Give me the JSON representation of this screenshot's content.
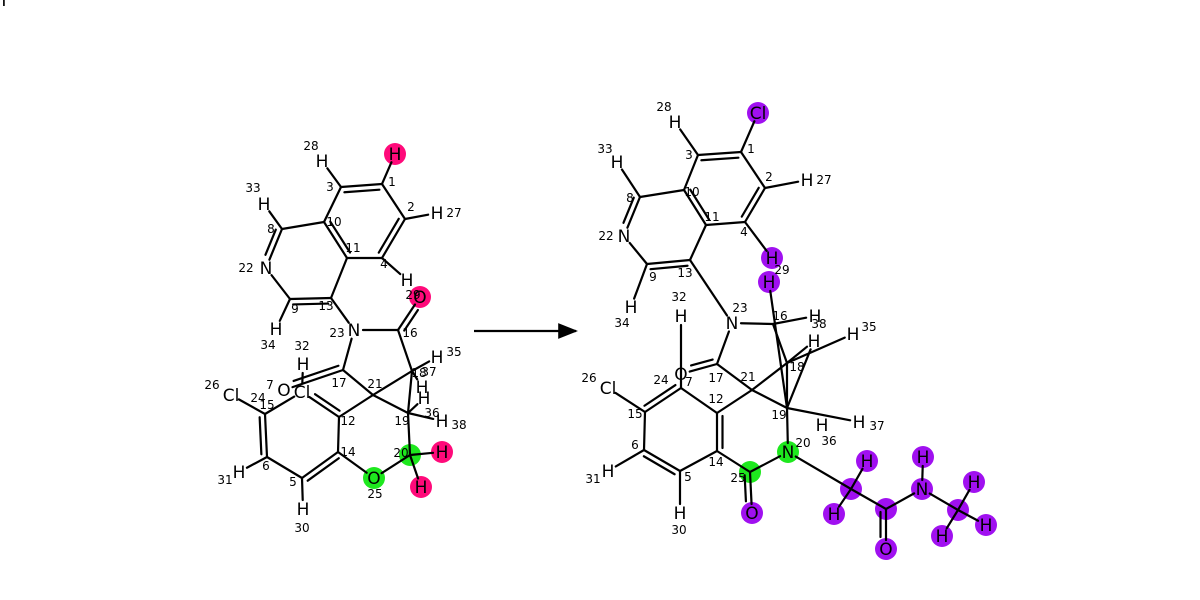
{
  "colors": {
    "bond": "#000000",
    "background": "#ffffff",
    "pink": "#ff0a7a",
    "green": "#1ee81e",
    "purple": "#a010f0"
  },
  "molecules": [
    {
      "id": "reactant",
      "atoms": [
        {
          "id": 1,
          "label": "",
          "index": "1"
        },
        {
          "id": 2,
          "label": "",
          "index": "2"
        },
        {
          "id": 3,
          "label": "",
          "index": "3"
        },
        {
          "id": 4,
          "label": "",
          "index": "4"
        },
        {
          "id": 5,
          "label": "",
          "index": "5"
        },
        {
          "id": 6,
          "label": "",
          "index": "6"
        },
        {
          "id": 7,
          "label": "O",
          "index": "7"
        },
        {
          "id": 8,
          "label": "",
          "index": "8"
        },
        {
          "id": 9,
          "label": "",
          "index": "9"
        },
        {
          "id": 10,
          "label": "",
          "index": "10"
        },
        {
          "id": 11,
          "label": "",
          "index": "11"
        },
        {
          "id": 12,
          "label": "",
          "index": "12"
        },
        {
          "id": 13,
          "label": "",
          "index": "13"
        },
        {
          "id": 14,
          "label": "",
          "index": "14"
        },
        {
          "id": 15,
          "label": "",
          "index": "15"
        },
        {
          "id": 16,
          "label": "",
          "index": "16"
        },
        {
          "id": 17,
          "label": "",
          "index": "17"
        },
        {
          "id": 18,
          "label": "",
          "index": "18"
        },
        {
          "id": 19,
          "label": "",
          "index": "19"
        },
        {
          "id": 20,
          "label": "",
          "index": "20",
          "highlight": "green"
        },
        {
          "id": 21,
          "label": "",
          "index": "21"
        },
        {
          "id": 22,
          "label": "N",
          "index": "22"
        },
        {
          "id": 23,
          "label": "N",
          "index": "23"
        },
        {
          "id": 24,
          "label": "Cl",
          "index": "24"
        },
        {
          "id": 25,
          "label": "O",
          "index": "25",
          "highlight": "green"
        },
        {
          "id": 26,
          "label": "Cl",
          "index": "26"
        },
        {
          "id": 27,
          "label": "H",
          "index": "27"
        },
        {
          "id": 28,
          "label": "H",
          "index": "28"
        },
        {
          "id": 29,
          "label": "O",
          "index": "29",
          "highlight": "pink"
        },
        {
          "id": 30,
          "label": "H",
          "index": "30"
        },
        {
          "id": 31,
          "label": "H",
          "index": "31"
        },
        {
          "id": 32,
          "label": "H",
          "index": "32"
        },
        {
          "id": 33,
          "label": "H",
          "index": "33"
        },
        {
          "id": 34,
          "label": "H",
          "index": "34"
        },
        {
          "id": 35,
          "label": "H",
          "index": "35"
        },
        {
          "id": 36,
          "label": "H",
          "index": "36"
        },
        {
          "id": 37,
          "label": "H",
          "index": "37"
        },
        {
          "id": 38,
          "label": "H",
          "index": "38"
        },
        {
          "id": 39,
          "label": "H",
          "index": "",
          "highlight": "pink"
        },
        {
          "id": 40,
          "label": "H",
          "index": "",
          "highlight": "pink"
        },
        {
          "id": 41,
          "label": "H",
          "index": "",
          "highlight": "pink"
        },
        {
          "id": 42,
          "label": "H",
          "index": ""
        },
        {
          "id": 43,
          "label": "H",
          "index": ""
        }
      ],
      "bonds": [
        {
          "a": 3,
          "b": 1,
          "order": 2
        },
        {
          "a": 1,
          "b": 2,
          "order": 1
        },
        {
          "a": 2,
          "b": 4,
          "order": 2
        },
        {
          "a": 4,
          "b": 11,
          "order": 1
        },
        {
          "a": 11,
          "b": 10,
          "order": 2
        },
        {
          "a": 10,
          "b": 3,
          "order": 1
        },
        {
          "a": 10,
          "b": 8,
          "order": 1
        },
        {
          "a": 8,
          "b": 22,
          "order": 2
        },
        {
          "a": 22,
          "b": 9,
          "order": 1
        },
        {
          "a": 9,
          "b": 13,
          "order": 2
        },
        {
          "a": 13,
          "b": 11,
          "order": 1
        },
        {
          "a": 13,
          "b": 23,
          "order": 1
        },
        {
          "a": 23,
          "b": 16,
          "order": 1
        },
        {
          "a": 16,
          "b": 29,
          "order": 2
        },
        {
          "a": 16,
          "b": 18,
          "order": 1
        },
        {
          "a": 18,
          "b": 21,
          "order": 1
        },
        {
          "a": 21,
          "b": 17,
          "order": 1
        },
        {
          "a": 17,
          "b": 23,
          "order": 1
        },
        {
          "a": 17,
          "b": 7,
          "order": 2
        },
        {
          "a": 21,
          "b": 12,
          "order": 1
        },
        {
          "a": 21,
          "b": 19,
          "order": 1
        },
        {
          "a": 19,
          "b": 18,
          "order": 1
        },
        {
          "a": 19,
          "b": 20,
          "order": 1
        },
        {
          "a": 20,
          "b": 25,
          "order": 1
        },
        {
          "a": 25,
          "b": 14,
          "order": 1
        },
        {
          "a": 14,
          "b": 12,
          "order": 1
        },
        {
          "a": 12,
          "b": 24,
          "order": 2
        },
        {
          "a": 24,
          "b": 15,
          "order": 1
        },
        {
          "a": 15,
          "b": 6,
          "order": 2
        },
        {
          "a": 6,
          "b": 5,
          "order": 1
        },
        {
          "a": 5,
          "b": 14,
          "order": 2
        },
        {
          "a": 15,
          "b": 26,
          "order": 1
        },
        {
          "a": 3,
          "b": 28,
          "order": 1
        },
        {
          "a": 1,
          "b": 39,
          "order": 1
        },
        {
          "a": 2,
          "b": 27,
          "order": 1
        },
        {
          "a": 4,
          "b": 42,
          "order": 1
        },
        {
          "a": 8,
          "b": 33,
          "order": 1
        },
        {
          "a": 9,
          "b": 34,
          "order": 1
        },
        {
          "a": 24,
          "b": 32,
          "order": 1
        },
        {
          "a": 6,
          "b": 31,
          "order": 1
        },
        {
          "a": 5,
          "b": 30,
          "order": 1
        },
        {
          "a": 18,
          "b": 35,
          "order": 1
        },
        {
          "a": 18,
          "b": 37,
          "order": 1
        },
        {
          "a": 19,
          "b": 36,
          "order": 1
        },
        {
          "a": 19,
          "b": 38,
          "order": 1
        },
        {
          "a": 20,
          "b": 40,
          "order": 1
        },
        {
          "a": 20,
          "b": 41,
          "order": 1
        }
      ]
    },
    {
      "id": "product",
      "atoms": [
        {
          "id": 1,
          "label": "",
          "index": "1"
        },
        {
          "id": 2,
          "label": "",
          "index": "2"
        },
        {
          "id": 3,
          "label": "",
          "index": "3"
        },
        {
          "id": 4,
          "label": "",
          "index": "4"
        },
        {
          "id": 5,
          "label": "",
          "index": "5"
        },
        {
          "id": 6,
          "label": "",
          "index": "6"
        },
        {
          "id": 7,
          "label": "O",
          "index": "7"
        },
        {
          "id": 8,
          "label": "",
          "index": "8"
        },
        {
          "id": 9,
          "label": "",
          "index": "9"
        },
        {
          "id": 10,
          "label": "",
          "index": "10"
        },
        {
          "id": 11,
          "label": "",
          "index": "11"
        },
        {
          "id": 12,
          "label": "",
          "index": "12"
        },
        {
          "id": 13,
          "label": "",
          "index": "13"
        },
        {
          "id": 14,
          "label": "",
          "index": "14"
        },
        {
          "id": 15,
          "label": "",
          "index": "15"
        },
        {
          "id": 16,
          "label": "",
          "index": "16"
        },
        {
          "id": 17,
          "label": "",
          "index": "17"
        },
        {
          "id": 18,
          "label": "",
          "index": "18"
        },
        {
          "id": 19,
          "label": "",
          "index": "19"
        },
        {
          "id": 20,
          "label": "N",
          "index": "20",
          "highlight": "green"
        },
        {
          "id": 21,
          "label": "",
          "index": "21"
        },
        {
          "id": 22,
          "label": "N",
          "index": "22"
        },
        {
          "id": 23,
          "label": "N",
          "index": "23"
        },
        {
          "id": 24,
          "label": "",
          "index": "24"
        },
        {
          "id": 25,
          "label": "",
          "index": "25",
          "highlight": "green"
        },
        {
          "id": 26,
          "label": "Cl",
          "index": "26"
        },
        {
          "id": 27,
          "label": "H",
          "index": "27"
        },
        {
          "id": 28,
          "label": "H",
          "index": "28"
        },
        {
          "id": 29,
          "label": "H",
          "index": "29",
          "highlight": "purple"
        },
        {
          "id": 30,
          "label": "H",
          "index": "30"
        },
        {
          "id": 31,
          "label": "H",
          "index": "31"
        },
        {
          "id": 32,
          "label": "H",
          "index": "32"
        },
        {
          "id": 33,
          "label": "H",
          "index": "33"
        },
        {
          "id": 34,
          "label": "H",
          "index": "34"
        },
        {
          "id": 35,
          "label": "H",
          "index": "35"
        },
        {
          "id": 36,
          "label": "H",
          "index": "36"
        },
        {
          "id": 37,
          "label": "H",
          "index": "37"
        },
        {
          "id": 38,
          "label": "",
          "index": "38"
        },
        {
          "id": 50,
          "label": "Cl",
          "index": "",
          "highlight": "purple"
        },
        {
          "id": 51,
          "label": "H",
          "index": ""
        },
        {
          "id": 52,
          "label": "H",
          "index": ""
        },
        {
          "id": 53,
          "label": "H",
          "index": "",
          "highlight": "purple"
        },
        {
          "id": 54,
          "label": "O",
          "index": "",
          "highlight": "purple"
        },
        {
          "id": 55,
          "label": "",
          "index": "",
          "highlight": "purple"
        },
        {
          "id": 56,
          "label": "H",
          "index": "",
          "highlight": "purple"
        },
        {
          "id": 57,
          "label": "H",
          "index": "",
          "highlight": "purple"
        },
        {
          "id": 58,
          "label": "",
          "index": "",
          "highlight": "purple"
        },
        {
          "id": 59,
          "label": "O",
          "index": "",
          "highlight": "purple"
        },
        {
          "id": 60,
          "label": "N",
          "index": "",
          "highlight": "purple"
        },
        {
          "id": 61,
          "label": "H",
          "index": "",
          "highlight": "purple"
        },
        {
          "id": 62,
          "label": "",
          "index": "",
          "highlight": "purple"
        },
        {
          "id": 63,
          "label": "H",
          "index": "",
          "highlight": "purple"
        },
        {
          "id": 64,
          "label": "H",
          "index": "",
          "highlight": "purple"
        },
        {
          "id": 65,
          "label": "H",
          "index": "",
          "highlight": "purple"
        }
      ],
      "bonds": [
        {
          "a": 3,
          "b": 1,
          "order": 2
        },
        {
          "a": 1,
          "b": 2,
          "order": 1
        },
        {
          "a": 2,
          "b": 4,
          "order": 2
        },
        {
          "a": 4,
          "b": 11,
          "order": 1
        },
        {
          "a": 11,
          "b": 10,
          "order": 2
        },
        {
          "a": 10,
          "b": 3,
          "order": 1
        },
        {
          "a": 10,
          "b": 8,
          "order": 1
        },
        {
          "a": 8,
          "b": 22,
          "order": 2
        },
        {
          "a": 22,
          "b": 9,
          "order": 1
        },
        {
          "a": 9,
          "b": 13,
          "order": 2
        },
        {
          "a": 13,
          "b": 11,
          "order": 1
        },
        {
          "a": 13,
          "b": 23,
          "order": 1
        },
        {
          "a": 23,
          "b": 16,
          "order": 1
        },
        {
          "a": 23,
          "b": 17,
          "order": 1
        },
        {
          "a": 17,
          "b": 7,
          "order": 2
        },
        {
          "a": 17,
          "b": 21,
          "order": 1
        },
        {
          "a": 21,
          "b": 18,
          "order": 1
        },
        {
          "a": 21,
          "b": 19,
          "order": 1
        },
        {
          "a": 21,
          "b": 12,
          "order": 1
        },
        {
          "a": 16,
          "b": 18,
          "order": 1
        },
        {
          "a": 16,
          "b": 52,
          "order": 1
        },
        {
          "a": 29,
          "b": 19,
          "order": 1
        },
        {
          "a": 18,
          "b": 19,
          "order": 1
        },
        {
          "a": 18,
          "b": 35,
          "order": 1
        },
        {
          "a": 18,
          "b": 51,
          "order": 1
        },
        {
          "a": 51,
          "b": 19,
          "order": 1
        },
        {
          "a": 19,
          "b": 37,
          "order": 1
        },
        {
          "a": 19,
          "b": 20,
          "order": 1
        },
        {
          "a": 20,
          "b": 25,
          "order": 1
        },
        {
          "a": 25,
          "b": 14,
          "order": 1
        },
        {
          "a": 25,
          "b": 54,
          "order": 2
        },
        {
          "a": 14,
          "b": 12,
          "order": 2
        },
        {
          "a": 12,
          "b": 24,
          "order": 1
        },
        {
          "a": 24,
          "b": 15,
          "order": 2
        },
        {
          "a": 15,
          "b": 6,
          "order": 1
        },
        {
          "a": 6,
          "b": 5,
          "order": 2
        },
        {
          "a": 5,
          "b": 14,
          "order": 1
        },
        {
          "a": 15,
          "b": 26,
          "order": 1
        },
        {
          "a": 24,
          "b": 32,
          "order": 1
        },
        {
          "a": 6,
          "b": 31,
          "order": 1
        },
        {
          "a": 5,
          "b": 30,
          "order": 1
        },
        {
          "a": 3,
          "b": 28,
          "order": 1
        },
        {
          "a": 1,
          "b": 50,
          "order": 1
        },
        {
          "a": 2,
          "b": 27,
          "order": 1
        },
        {
          "a": 4,
          "b": 53,
          "order": 1
        },
        {
          "a": 8,
          "b": 33,
          "order": 1
        },
        {
          "a": 9,
          "b": 34,
          "order": 1
        },
        {
          "a": 20,
          "b": 55,
          "order": 1
        },
        {
          "a": 55,
          "b": 56,
          "order": 1
        },
        {
          "a": 55,
          "b": 57,
          "order": 1
        },
        {
          "a": 55,
          "b": 58,
          "order": 1
        },
        {
          "a": 58,
          "b": 59,
          "order": 2
        },
        {
          "a": 58,
          "b": 60,
          "order": 1
        },
        {
          "a": 60,
          "b": 61,
          "order": 1
        },
        {
          "a": 60,
          "b": 62,
          "order": 1
        },
        {
          "a": 62,
          "b": 63,
          "order": 1
        },
        {
          "a": 62,
          "b": 64,
          "order": 1
        },
        {
          "a": 62,
          "b": 65,
          "order": 1
        }
      ]
    }
  ]
}
